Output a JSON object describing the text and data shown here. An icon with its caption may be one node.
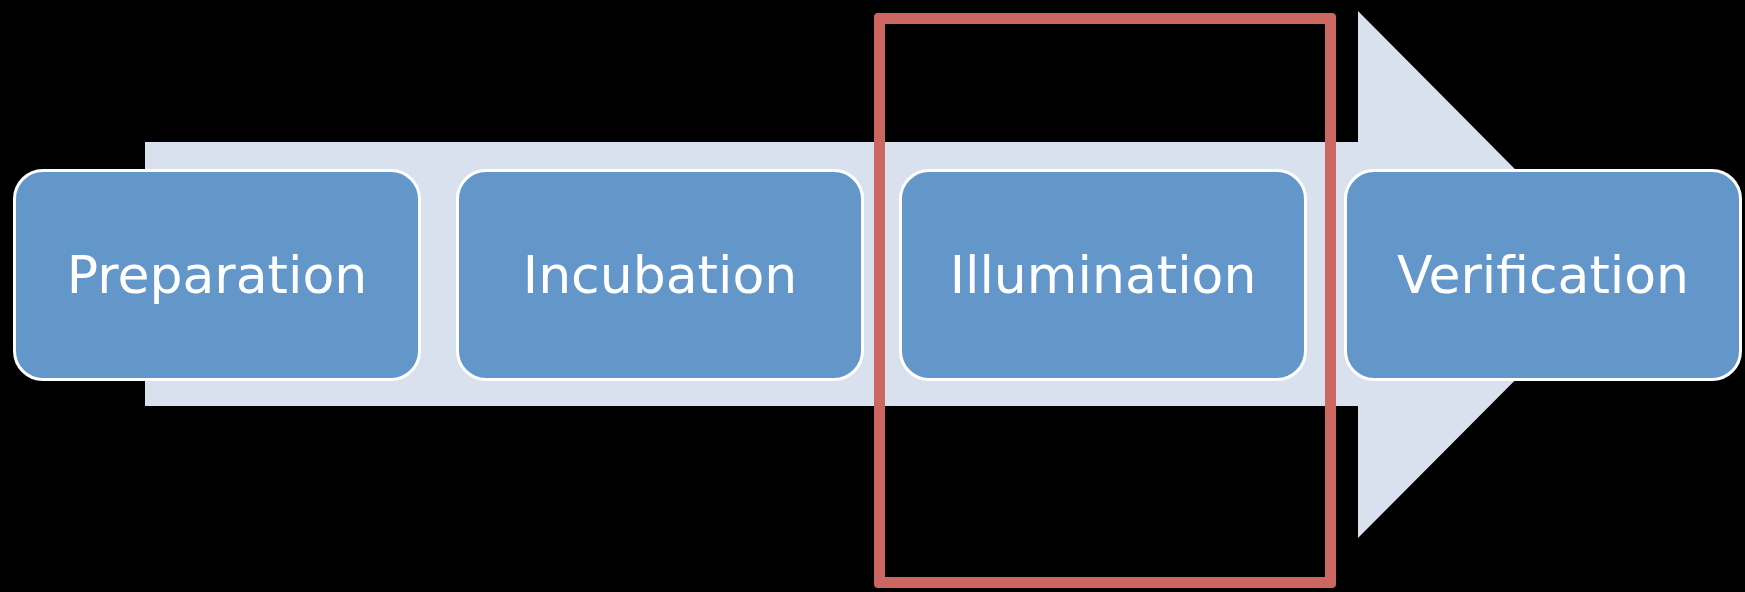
{
  "diagram": {
    "nodes": [
      {
        "text": [
          "Preparation"
        ]
      },
      {
        "text": [
          "Incubation"
        ]
      },
      {
        "text": [],
        "shape": "box"
      },
      {
        "text": [
          "Illumination"
        ],
        "in": 2
      },
      {
        "text": [
          "Verification"
        ]
      }
    ]
  }
}
